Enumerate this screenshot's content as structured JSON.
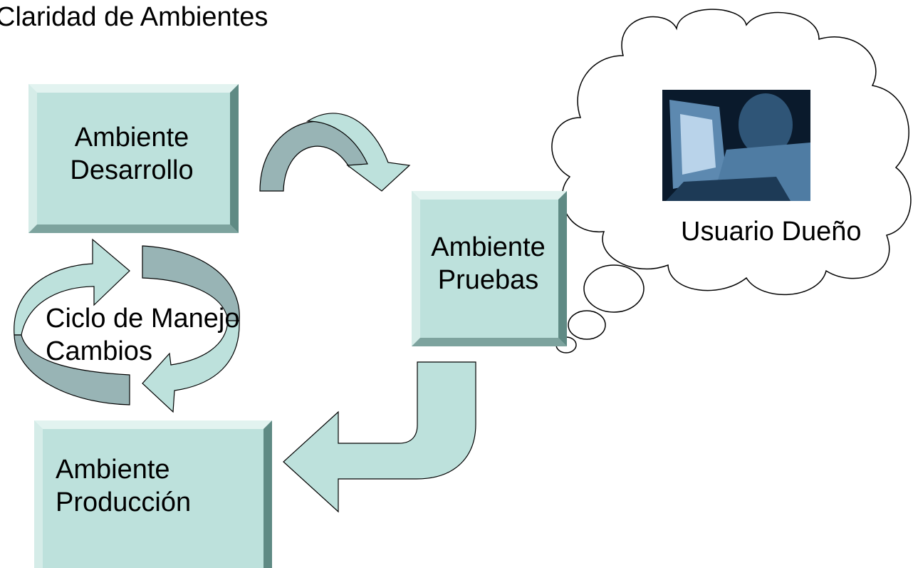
{
  "title": "Claridad de Ambientes",
  "boxes": {
    "desarrollo": {
      "line1": "Ambiente",
      "line2": "Desarrollo"
    },
    "pruebas": {
      "line1": "Ambiente",
      "line2": "Pruebas"
    },
    "produccion": {
      "line1": "Ambiente",
      "line2": "Producción"
    }
  },
  "cycle": {
    "line1": "Ciclo de Manejo",
    "line2": "Cambios"
  },
  "user": {
    "label": "Usuario Dueño"
  },
  "colors": {
    "box_fill": "#bde1dc",
    "box_light_bevel": "#e2f3f0",
    "box_dark_bevel": "#5f8a84",
    "arrow_light": "#bde1dc",
    "arrow_dark": "#98b4b5",
    "outline": "#000000"
  }
}
